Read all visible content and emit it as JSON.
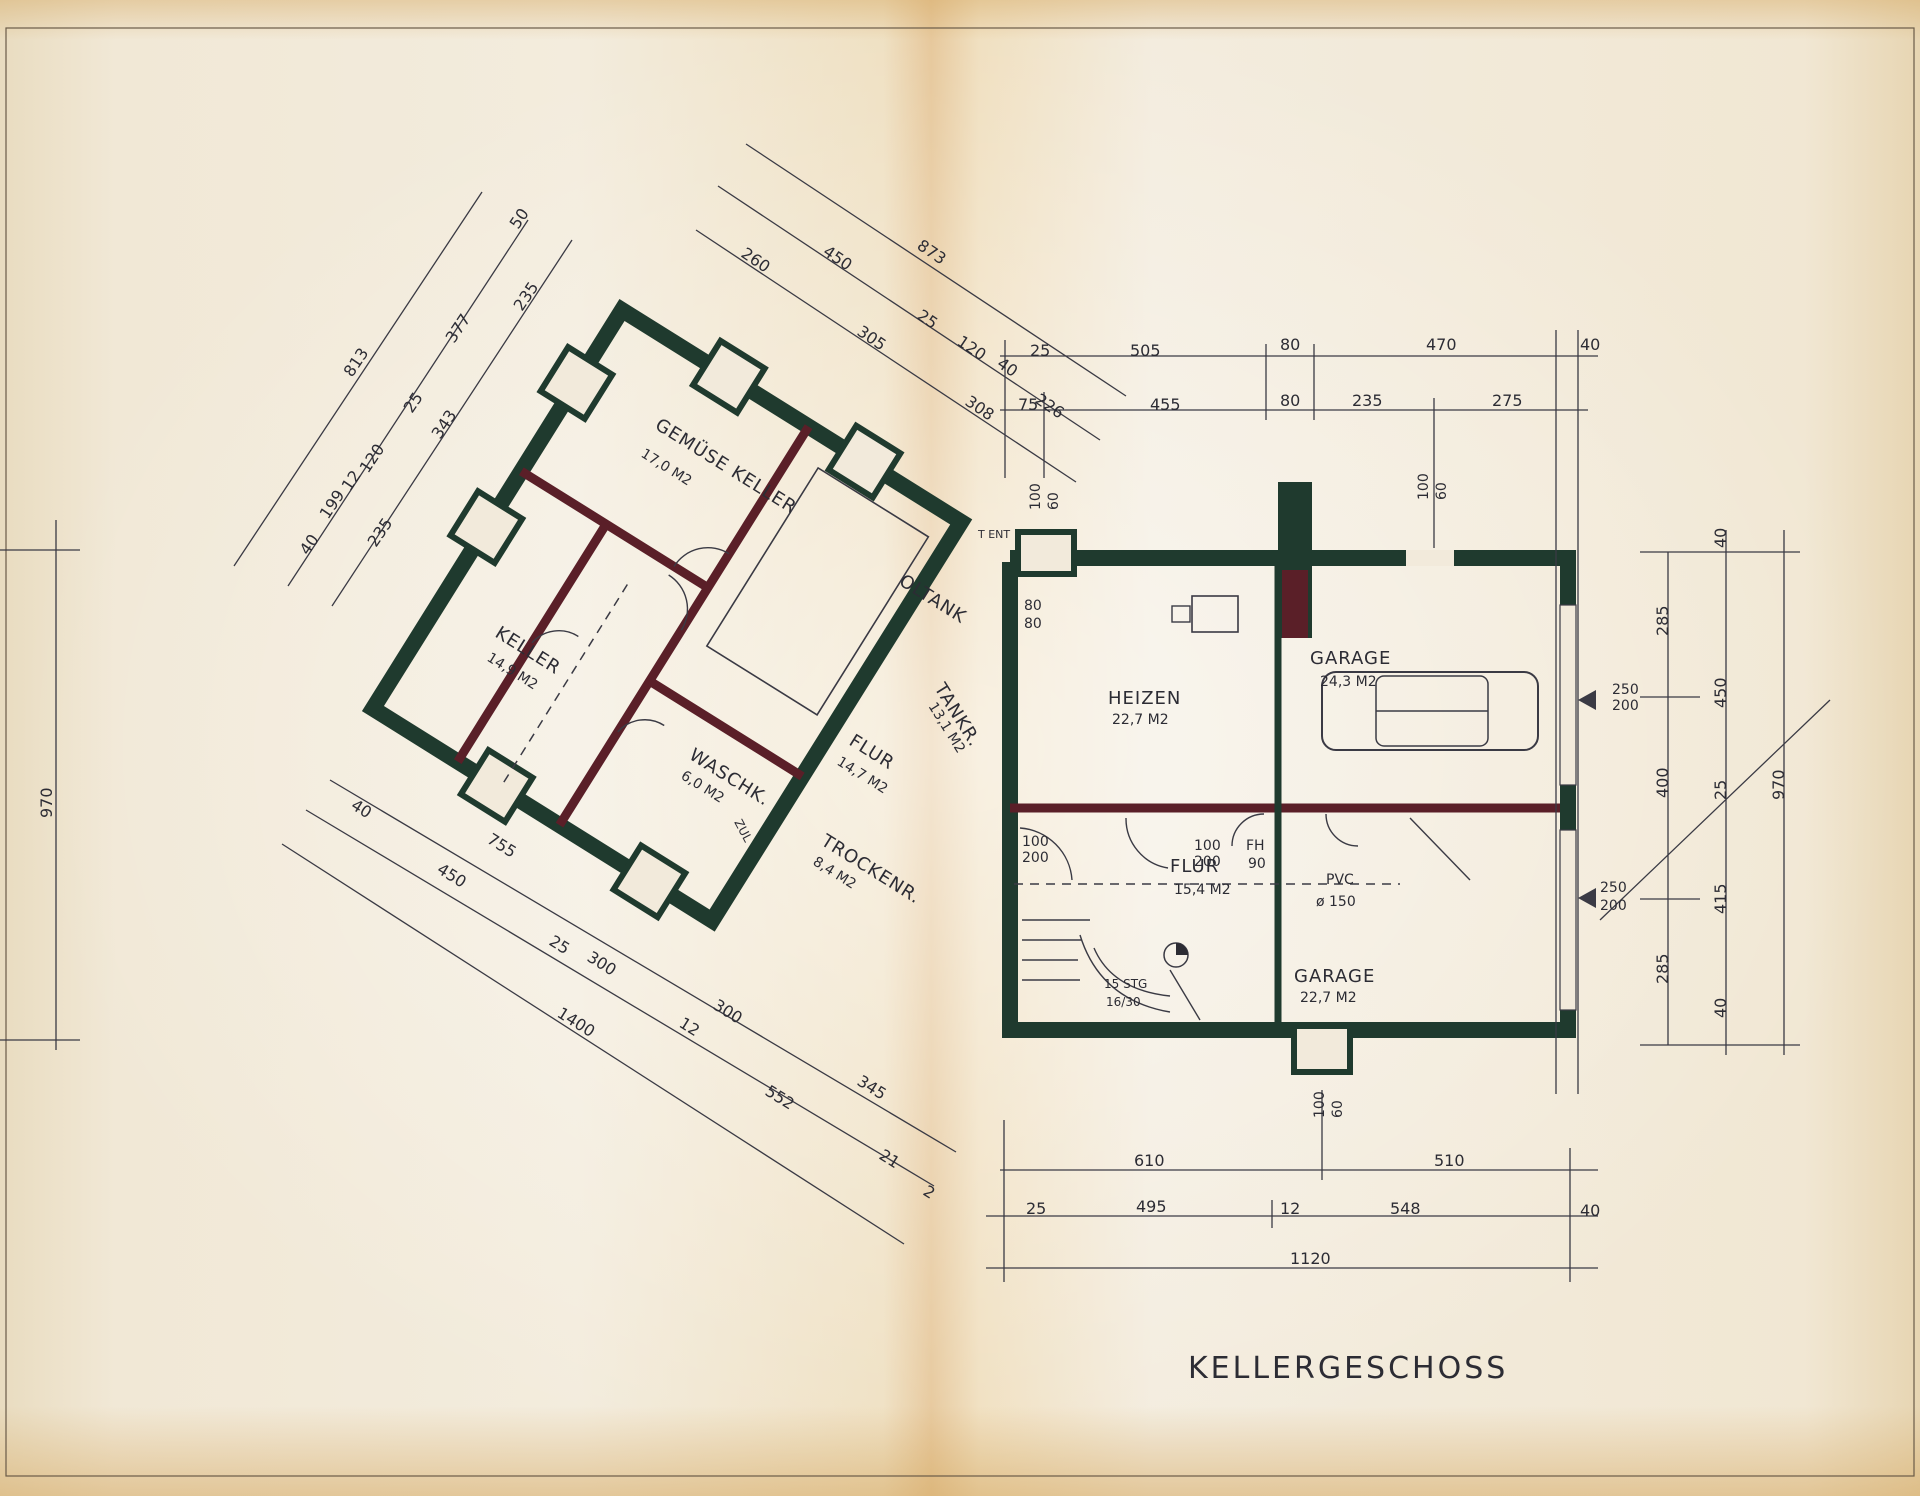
{
  "title": "KELLERGESCHOSS",
  "rooms": [
    {
      "name": "GEMÜSE KELLER",
      "area": "17,0 M2"
    },
    {
      "name": "KELLER",
      "area": "14,9 M2"
    },
    {
      "name": "OLTANK",
      "area": ""
    },
    {
      "name": "TANKR.",
      "area": "13,1 M2"
    },
    {
      "name": "FLUR",
      "area": "14,7 M2"
    },
    {
      "name": "WASCHK.",
      "area": "6,0 M2"
    },
    {
      "name": "TROCKENR.",
      "area": "8,4 M2"
    },
    {
      "name": "HEIZEN",
      "area": "22,7 M2"
    },
    {
      "name": "GARAGE",
      "area": "24,3 M2"
    },
    {
      "name": "FLUR",
      "area": "15,4 M2"
    },
    {
      "name": "GARAGE",
      "area": "22,7 M2"
    }
  ],
  "annotations": {
    "pvc": "PVC",
    "pipe": "ø 150",
    "stairs": "15 STG",
    "stairs_size": "16/30",
    "fh": "FH",
    "fh_size": "90",
    "zul": "ZUL",
    "entl": "T ENT"
  },
  "openings": {
    "door_100_200": [
      "100",
      "200"
    ],
    "window_100_60": [
      "100",
      "60"
    ],
    "door_250_200": [
      "250",
      "200"
    ],
    "door_80_80": [
      "80",
      "80"
    ]
  },
  "dims_top_right": {
    "row1": [
      "25",
      "505",
      "80",
      "470",
      "40"
    ],
    "row2": [
      "75",
      "455",
      "80",
      "235",
      "275"
    ]
  },
  "dims_bottom_right": {
    "row1": [
      "610",
      "510"
    ],
    "row2": [
      "25",
      "495",
      "12",
      "548",
      "40"
    ],
    "total": "1120"
  },
  "dims_right_vertical": {
    "outer": [
      "40",
      "285",
      "450",
      "25",
      "415",
      "285",
      "40"
    ],
    "mid": [
      "400"
    ],
    "total": "970"
  },
  "dims_left_vertical": {
    "total": "970"
  },
  "dims_diag_top": {
    "row1": [
      "873"
    ],
    "row2": [
      "450",
      "25",
      "120",
      "40"
    ],
    "row3": [
      "260",
      "305",
      "308",
      "226"
    ]
  },
  "dims_diag_left": {
    "row1": [
      "813"
    ],
    "row2": [
      "50",
      "377",
      "25",
      "343",
      "40"
    ],
    "row3": [
      "235",
      "120",
      "12",
      "199",
      "235"
    ]
  },
  "dims_diag_bottom": {
    "row1": [
      "755",
      "300",
      "345",
      "21"
    ],
    "row2": [
      "40",
      "450",
      "25",
      "300",
      "12",
      "2"
    ],
    "row3": [
      "1400",
      "552"
    ]
  }
}
